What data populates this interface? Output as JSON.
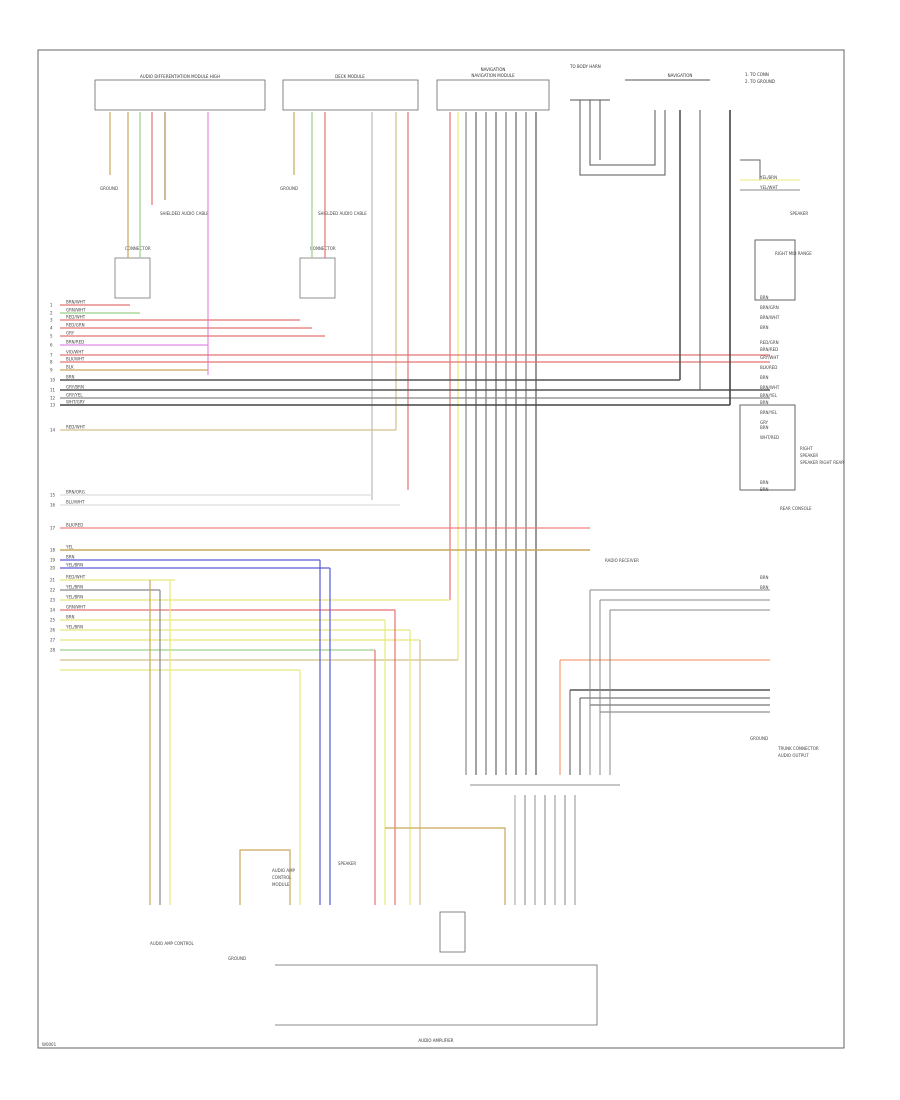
{
  "components": {
    "module_top_left": "AUDIO DIFFERENTIATION MODULE HIGH",
    "module_top_mid": "DECK MODULE",
    "module_top_right_a": "NAVIGATION",
    "module_top_right_b": "NAVIGATION MODULE",
    "module_ground": "NAVIGATION",
    "notes_title": "TO BODY HARN",
    "note_1": "1. TO CONN",
    "note_2": "2. TO GROUND",
    "ground_left": "GROUND",
    "ground_mid": "GROUND",
    "ground_bottom": "GROUND",
    "connector_a": "CONNECTOR",
    "connector_b": "CONNECTOR",
    "left_shield_a": "SHIELDED AUDIO CABLE",
    "left_shield_b": "SHIELDED AUDIO CABLE",
    "speaker_top": "SPEAKER",
    "speaker_right_top": "RIGHT MID RANGE",
    "right_label_a": "RIGHT",
    "right_label_b": "SPEAKER",
    "right_label_c": "SPEAKER RIGHT REAR",
    "rear_console": "REAR CONSOLE",
    "radio_module": "RADIO RECEIVER",
    "trunk_label_a": "TRUNK CONNECTOR",
    "trunk_label_b": "AUDIO OUTPUT",
    "bottom_left": "AUDIO AMP CONTROL",
    "bottom_center_a": "AUDIO AMP",
    "bottom_center_b": "CONTROL",
    "bottom_center_c": "MODULE",
    "speaker_bottom": "SPEAKER",
    "bottom_module": "AUDIO AMPLIFIER",
    "ground_right": "GROUND",
    "footer_code": "W0001"
  },
  "row_numbers": [
    "1",
    "2",
    "3",
    "4",
    "5",
    "6",
    "7",
    "8",
    "9",
    "10",
    "11",
    "12",
    "13",
    "14",
    "15",
    "16",
    "17",
    "18",
    "19",
    "20",
    "21",
    "22",
    "23",
    "24",
    "25",
    "26",
    "27",
    "28"
  ],
  "left_wire_labels": [
    "BRN/WHT",
    "GRN/WHT",
    "RED/WHT",
    "RED/GRN",
    "GRY",
    "BRN/RED",
    "VIO/WHT",
    "BLK/WHT",
    "BLK",
    "BRN",
    "GRY/BRN",
    "GRY/YEL",
    "WHT/GRY",
    "RED/WHT",
    "BRN/ORG",
    "BLU/WHT",
    "BLK/RED",
    "YEL",
    "BRN",
    "YEL/BRN",
    "RED/WHT",
    "YEL/BRN",
    "YEL/BRN",
    "GRN/WHT",
    "BRN",
    "YEL/BRN"
  ],
  "right_wire_labels": [
    "YEL/BRN",
    "YEL/WHT",
    "BRN",
    "BRN/GRN",
    "BRN/WHT",
    "BRN",
    "RED/GRN",
    "BRN/RED",
    "GRY/WHT",
    "BLK/RED",
    "BRN",
    "BRN/WHT",
    "BRN/YEL",
    "BRN",
    "BRN/YEL",
    "GRY",
    "BRN",
    "WHT/RED",
    "BRN",
    "BRN",
    "BRN",
    "BRN"
  ]
}
